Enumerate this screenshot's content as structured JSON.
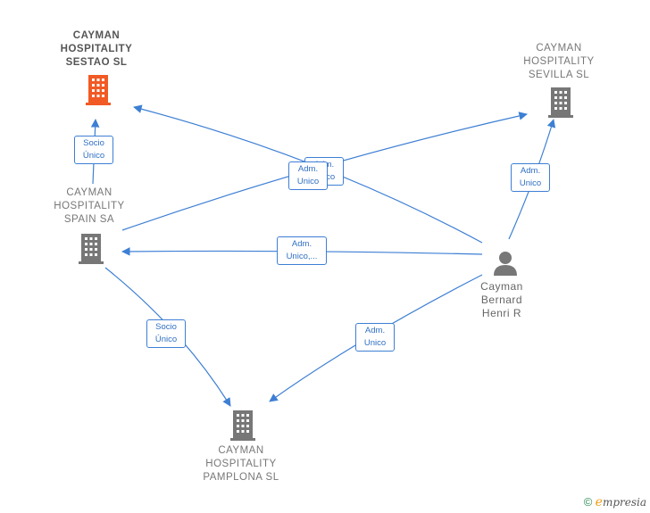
{
  "colors": {
    "edge": "#3d7fd4",
    "highlight_company": "#f15a24",
    "company": "#777777",
    "person": "#777777"
  },
  "nodes": {
    "sestao": {
      "label_lines": [
        "CAYMAN",
        "HOSPITALITY",
        "SESTAO  SL"
      ],
      "icon": "building-icon"
    },
    "sevilla": {
      "label_lines": [
        "CAYMAN",
        "HOSPITALITY",
        "SEVILLA  SL"
      ],
      "icon": "building-icon"
    },
    "spain": {
      "label_lines": [
        "CAYMAN",
        "HOSPITALITY",
        "SPAIN SA"
      ],
      "icon": "building-icon"
    },
    "pamplona": {
      "label_lines": [
        "CAYMAN",
        "HOSPITALITY",
        "PAMPLONA  SL"
      ],
      "icon": "building-icon"
    },
    "person": {
      "label_lines": [
        "Cayman",
        "Bernard",
        "Henri R"
      ],
      "icon": "person-icon"
    }
  },
  "edges": [
    {
      "id": "spain-sestao",
      "label_lines": [
        "Socio",
        "Único"
      ]
    },
    {
      "id": "spain-pamplona",
      "label_lines": [
        "Socio",
        "Único"
      ]
    },
    {
      "id": "person-sestao",
      "label_lines": [
        "Adm.",
        "Unico"
      ]
    },
    {
      "id": "spain-sevilla",
      "label_lines": [
        "Adm.",
        "Unico"
      ]
    },
    {
      "id": "person-sevilla",
      "label_lines": [
        "Adm.",
        "Unico"
      ]
    },
    {
      "id": "person-spain",
      "label_lines": [
        "Adm.",
        "Unico,..."
      ]
    },
    {
      "id": "person-pamplona",
      "label_lines": [
        "Adm.",
        "Unico"
      ]
    }
  ],
  "footer": {
    "copyright": "©",
    "brand_first": "e",
    "brand_rest": "mpresia"
  }
}
